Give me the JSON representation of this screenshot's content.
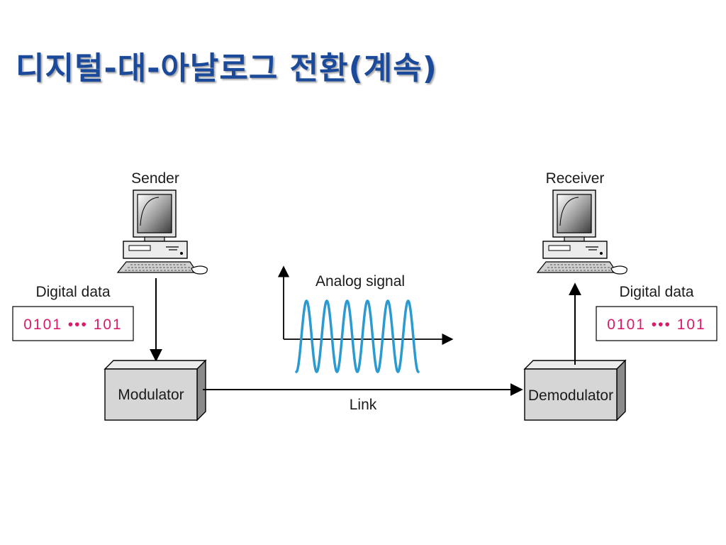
{
  "title": "디지털-대-아날로그 전환(계속)",
  "diagram": {
    "sender_label": "Sender",
    "receiver_label": "Receiver",
    "sender_data_label": "Digital data",
    "receiver_data_label": "Digital data",
    "sender_bits": "0101 ••• 101",
    "receiver_bits": "0101 ••• 101",
    "modulator_label": "Modulator",
    "demodulator_label": "Demodulator",
    "signal_label": "Analog signal",
    "link_label": "Link"
  },
  "colors": {
    "title": "#1b4a9a",
    "bits": "#d81b6a",
    "wave": "#2a9ad0",
    "box_face": "#d6d6d6"
  }
}
